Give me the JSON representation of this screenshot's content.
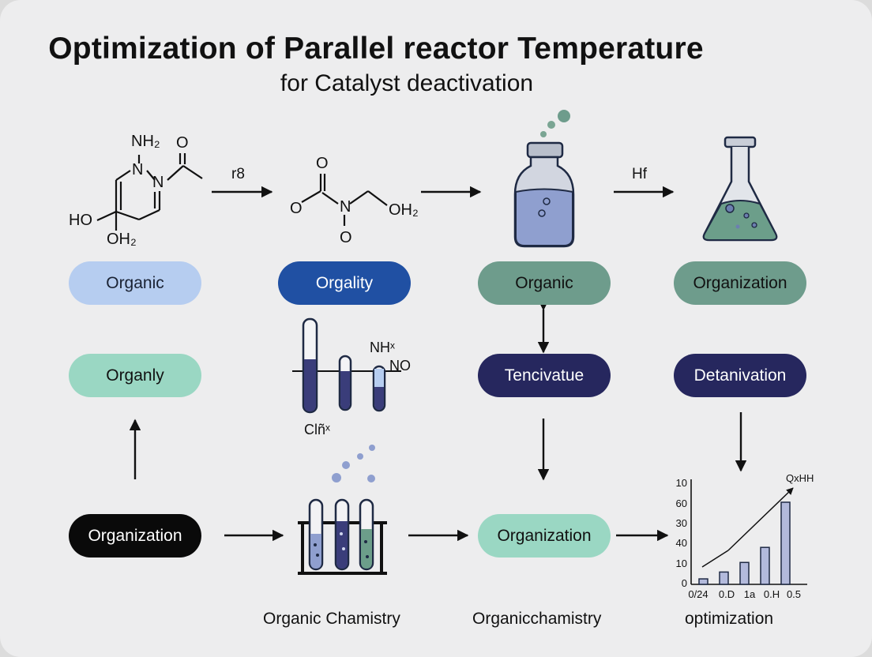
{
  "header": {
    "title": "Optimization of Parallel reactor Temperature",
    "subtitle": "for Catalyst deactivation"
  },
  "colors": {
    "light_blue": "#b6cdf0",
    "royal_blue": "#2050a3",
    "sage": "#6e9c8c",
    "mint": "#9ad7c3",
    "navy": "#26275e",
    "black": "#0a0a0a",
    "liquid_blue": "#8f9fcf",
    "liquid_green": "#6c9e8a"
  },
  "molecule1": {
    "labels": [
      "NH₂",
      "N",
      "N",
      "O",
      "HO",
      "OH₂"
    ]
  },
  "molecule2": {
    "labels": [
      "O",
      "O",
      "N",
      "OH₂",
      "O"
    ]
  },
  "arrows": {
    "a1_label": "r8",
    "a3_label": "Hf"
  },
  "pills": {
    "p1": "Organic",
    "p2": "Orgality",
    "p3": "Organic",
    "p4": "Organization",
    "p5": "Organly",
    "p6": "Tencivatue",
    "p7": "Detanivation",
    "p8": "Organization",
    "p9": "Organization"
  },
  "tubes_diagram": {
    "labels": [
      "NHˣ",
      "NO",
      "Clñˣ"
    ]
  },
  "captions": {
    "c1": "Organic Chamistry",
    "c2": "Organicchamistry",
    "c3": "optimization"
  },
  "chart_data": {
    "type": "bar",
    "categories": [
      "0/24",
      "0.D",
      "1a",
      "0.H",
      "0.5"
    ],
    "values": [
      4,
      9,
      16,
      27,
      60
    ],
    "y_ticks": [
      "10",
      "60",
      "30",
      "40",
      "10",
      "0"
    ],
    "annotation": "QxHH",
    "xlabel": "",
    "ylabel": ""
  }
}
